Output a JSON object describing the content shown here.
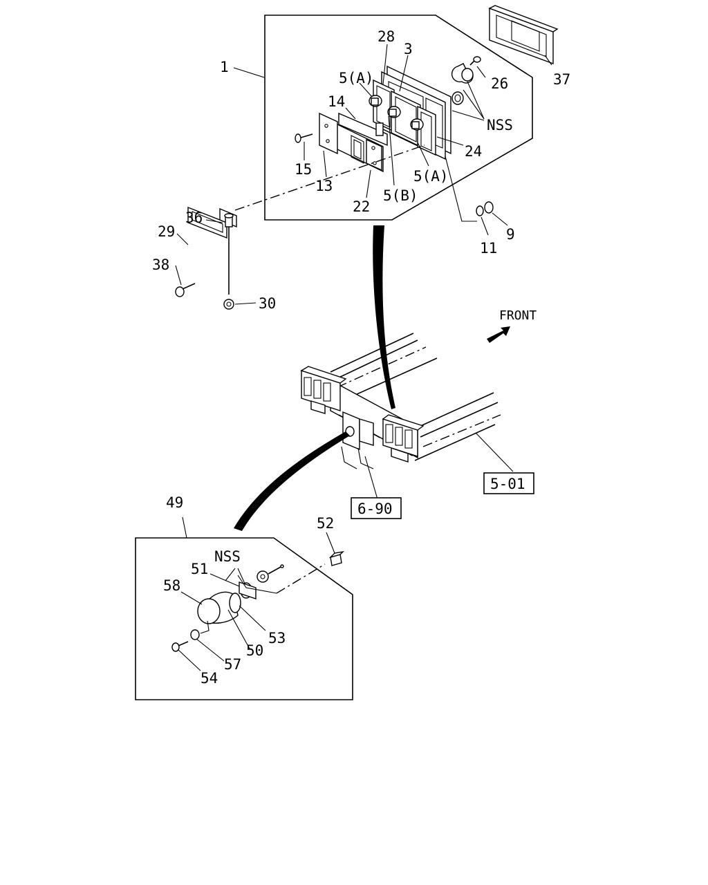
{
  "callouts": {
    "p1": "1",
    "p28": "28",
    "p3": "3",
    "p5a_top": "5(A)",
    "p26": "26",
    "p37": "37",
    "p14": "14",
    "nss_top": "NSS",
    "p24": "24",
    "p15": "15",
    "p5a_bottom": "5(A)",
    "p13": "13",
    "p5b": "5(B)",
    "p22": "22",
    "p36": "36",
    "p29": "29",
    "p9": "9",
    "p11": "11",
    "p38": "38",
    "p30": "30",
    "p49": "49",
    "p52": "52",
    "nss_bottom": "NSS",
    "p51": "51",
    "p58": "58",
    "p53": "53",
    "p50": "50",
    "p57": "57",
    "p54": "54"
  },
  "direction_label": "FRONT",
  "references": {
    "frame_ref": "5-01",
    "hitch_ref": "6-90"
  }
}
